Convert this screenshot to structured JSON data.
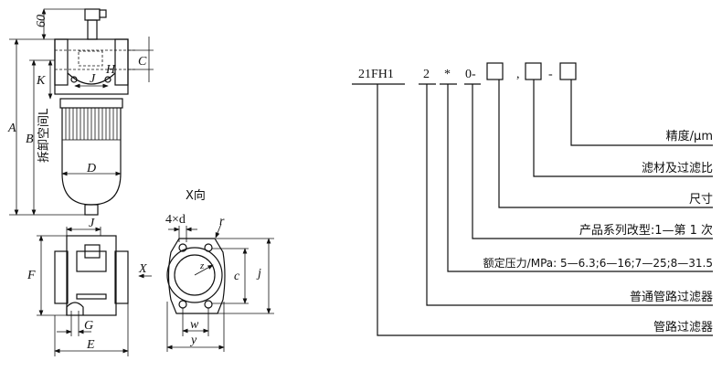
{
  "drawing": {
    "front_view": {
      "dim_top": "60",
      "A": "A",
      "B": "B",
      "C": "C",
      "H": "H",
      "J": "J",
      "K": "K",
      "removal_space": "拆卸空间L",
      "D": "D"
    },
    "bottom_view": {
      "J": "J",
      "F": "F",
      "X": "X",
      "G": "G",
      "E": "E"
    },
    "x_view": {
      "title": "X向",
      "holes": "4×d",
      "r": "r",
      "z": "z",
      "c": "c",
      "j": "j",
      "w": "w",
      "y": "y"
    }
  },
  "model_code": {
    "segments": [
      "21FH1",
      "2",
      "*",
      "0-",
      ",",
      "-"
    ],
    "labels": [
      "精度/μm",
      "滤材及过滤比",
      "尺寸",
      "产品系列改型:1—第 1 次",
      "额定压力/MPa: 5—6.3;6—16;7—25;8—31.5",
      "普通管路过滤器",
      "管路过滤器"
    ]
  }
}
